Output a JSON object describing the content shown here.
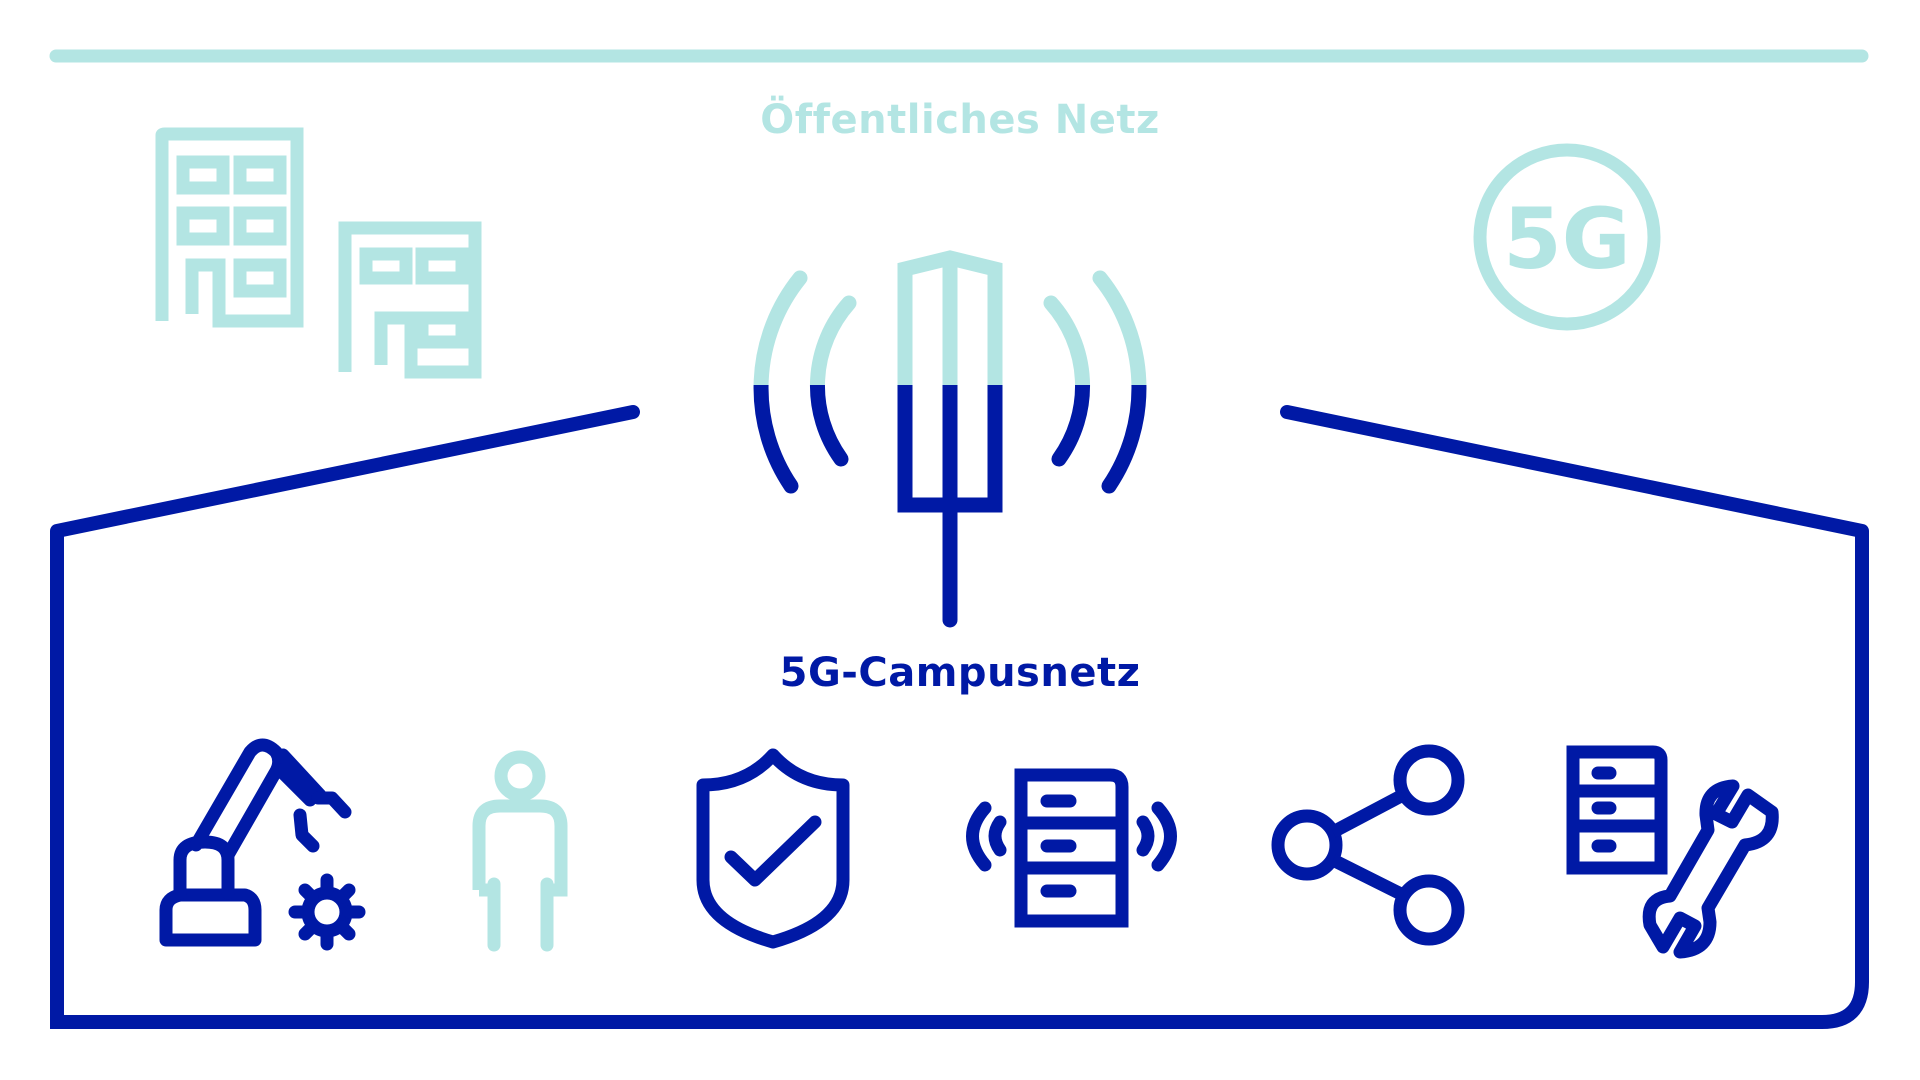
{
  "colors": {
    "public": "#B3E5E3",
    "campus": "#0019A5",
    "background": "#FFFFFF"
  },
  "public_network": {
    "label": "Öffentliches Netz",
    "icons": [
      "buildings-icon",
      "5g-circle-icon"
    ],
    "badge_text": "5G"
  },
  "antenna": {
    "icon": "cell-tower-icon",
    "upper_color": "#B3E5E3",
    "lower_color": "#0019A5"
  },
  "campus_network": {
    "label": "5G-Campusnetz",
    "icons": [
      {
        "name": "robot-arm-gear-icon",
        "color": "#0019A5"
      },
      {
        "name": "person-icon",
        "color": "#B3E5E3"
      },
      {
        "name": "shield-check-icon",
        "color": "#0019A5"
      },
      {
        "name": "wireless-server-icon",
        "color": "#0019A5"
      },
      {
        "name": "share-network-icon",
        "color": "#0019A5"
      },
      {
        "name": "server-maintenance-icon",
        "color": "#0019A5"
      }
    ]
  }
}
